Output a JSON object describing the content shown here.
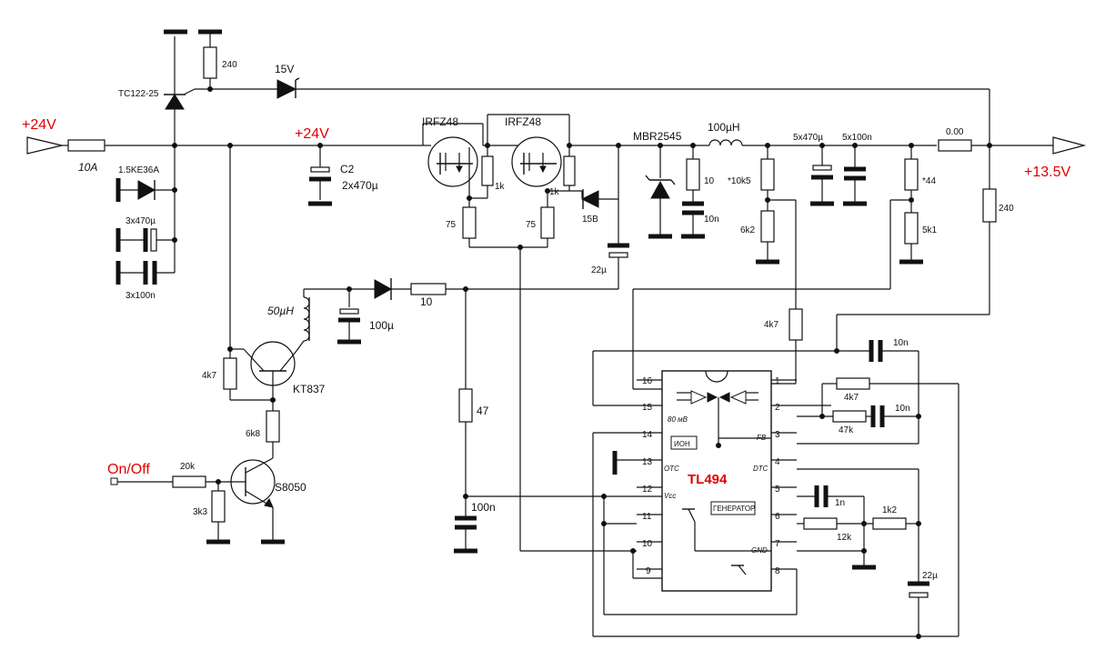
{
  "nets": {
    "vin": "+24V",
    "rail": "+24V",
    "vout": "+13.5V",
    "onoff": "On/Off"
  },
  "parts": {
    "fuse": "10A",
    "tvs": "1.5KE36A",
    "c_in1": "3x470µ",
    "c_in2": "3x100n",
    "thyristor": "TC122-25",
    "r_gate": "240",
    "zener15": "15V",
    "c2_ref": "C2",
    "c2_val": "2x470µ",
    "q1": "IRFZ48",
    "q2": "IRFZ48",
    "r1k_a": "1k",
    "r1k_b": "1k",
    "r75_a": "75",
    "r75_b": "75",
    "zener_15b": "15B",
    "c22u_top": "22µ",
    "diode_mbr": "MBR2545",
    "r10": "10",
    "c10n": "10n",
    "l100": "100µH",
    "r_10k5": "*10k5",
    "r_6k2": "6k2",
    "c_out1": "5x470µ",
    "c_out2": "5x100n",
    "r_000": "0.00",
    "r_44": "*44",
    "r_5k1": "5k1",
    "r_240b": "240",
    "l50": "50µH",
    "c100u": "100µ",
    "r10b": "10",
    "r47": "47",
    "c100n": "100n",
    "r4k7_a": "4k7",
    "q_kt837": "KT837",
    "r6k8": "6k8",
    "r20k": "20k",
    "r3k3": "3k3",
    "q_s8050": "S8050",
    "r4k7_b": "4k7",
    "c10n_a": "10n",
    "r4k7_c": "4k7",
    "r47k": "47k",
    "c10n_b": "10n",
    "c1n": "1n",
    "r1k2": "1k2",
    "r12k": "12k",
    "c22u_b": "22µ"
  },
  "chip": {
    "name": "TL494",
    "ion": "ИОН",
    "gen": "ГЕНЕРАТОР",
    "fb": "FB",
    "otc": "OTC",
    "dtc": "DTC",
    "vcc": "Vcc",
    "gnd": "GND",
    "aux": "80 мВ",
    "pins": [
      "1",
      "2",
      "3",
      "4",
      "5",
      "6",
      "7",
      "8",
      "9",
      "10",
      "11",
      "12",
      "13",
      "14",
      "15",
      "16"
    ]
  }
}
